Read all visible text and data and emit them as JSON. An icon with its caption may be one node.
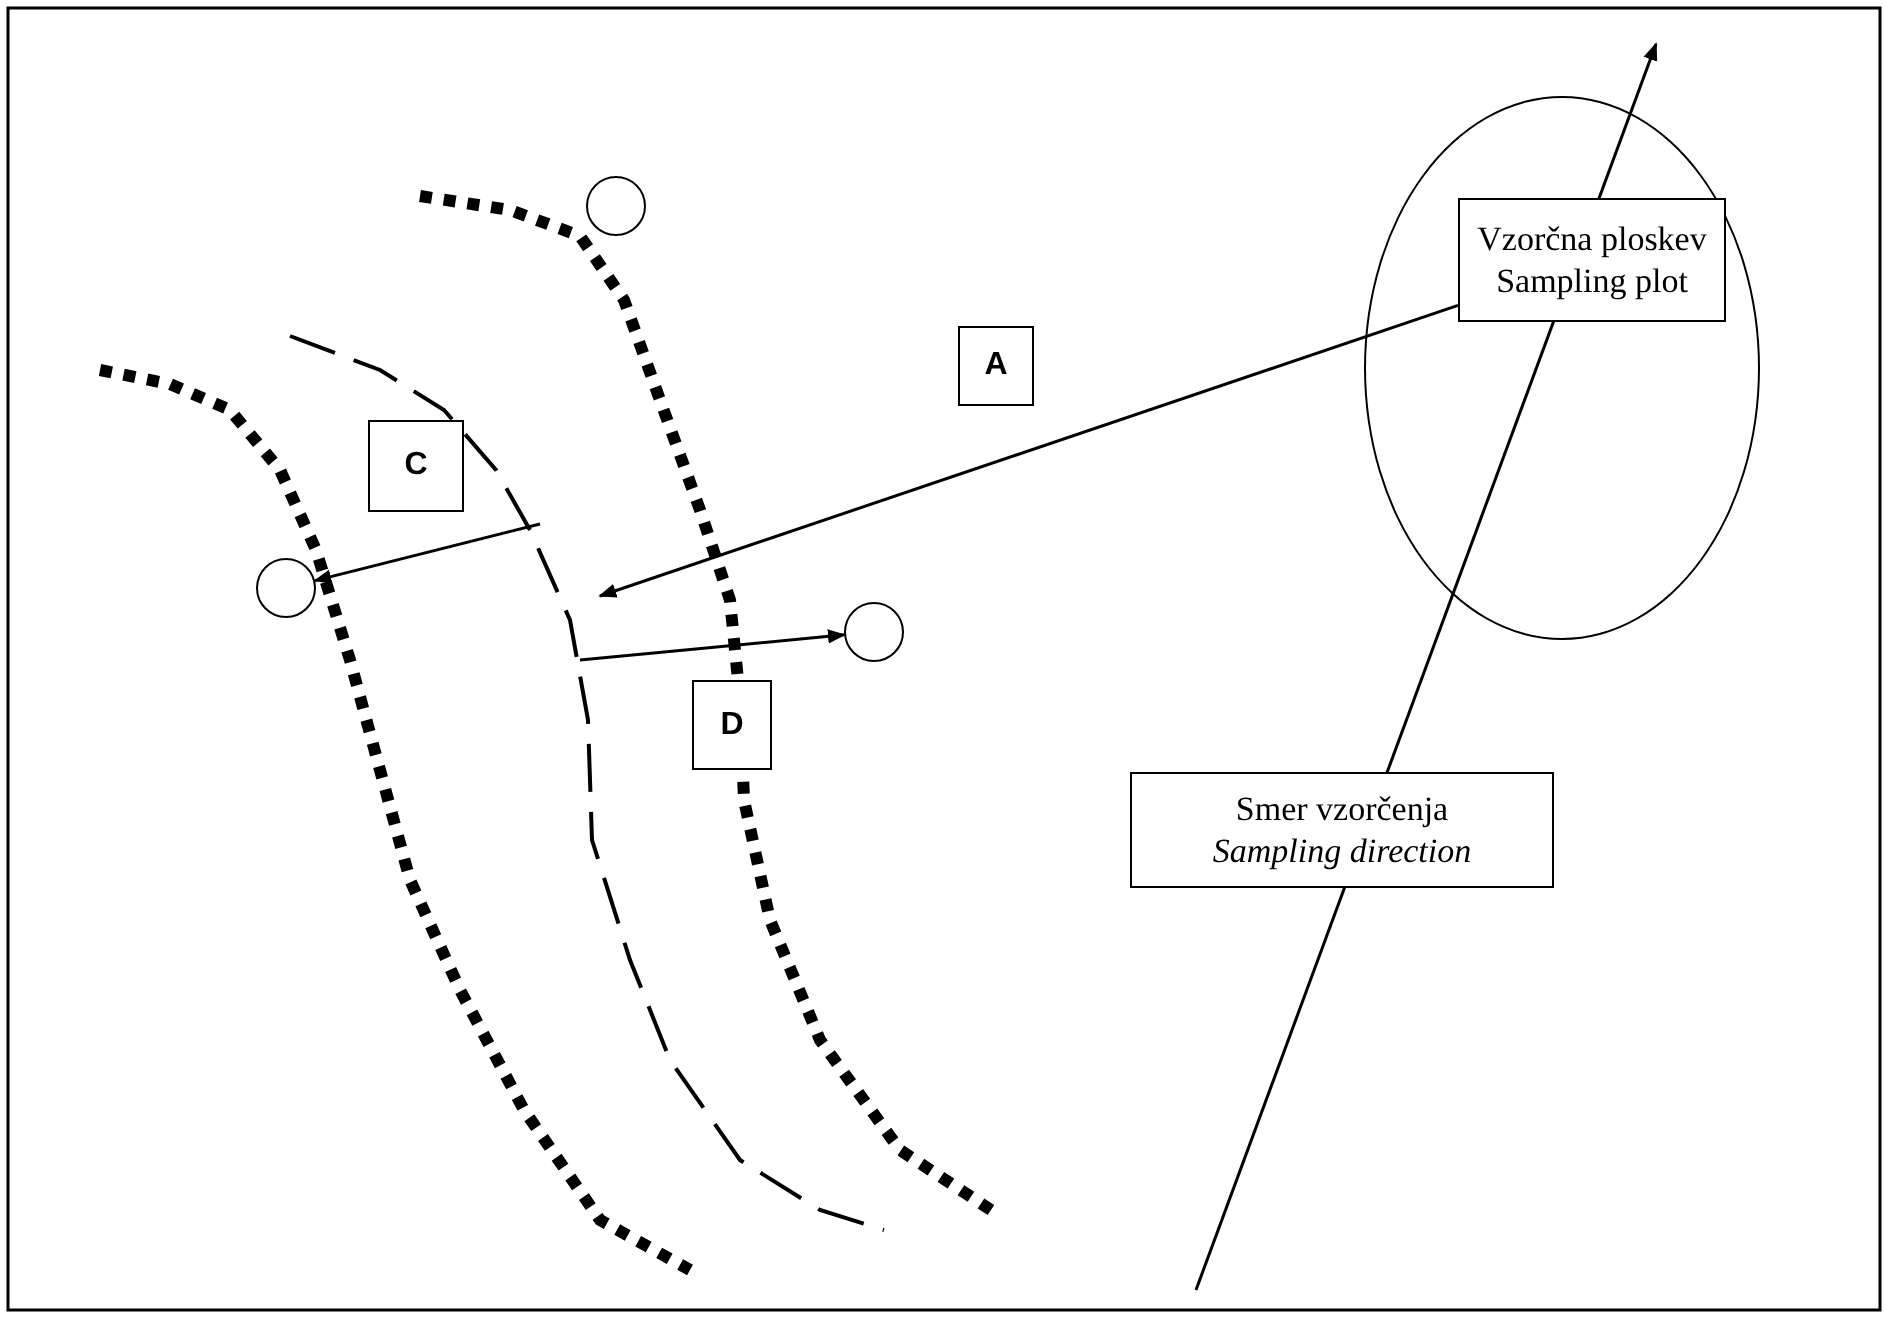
{
  "diagram": {
    "nodes": [
      {
        "text": [],
        "shape": "circle"
      },
      {
        "text": [],
        "shape": "circle"
      },
      {
        "text": [
          "Vzorčna ploskev",
          "Sampling plot"
        ],
        "in": 1
      },
      {
        "text": [
          "A"
        ]
      },
      {
        "text": [
          "C"
        ]
      },
      {
        "text": [],
        "shape": "circle"
      },
      {
        "text": [],
        "shape": "circle"
      },
      {
        "text": [
          "D"
        ]
      },
      {
        "text": [
          "Smer vzorčenja",
          "Sampling direction"
        ]
      }
    ],
    "edges": [
      {
        "from": 2,
        "to": null,
        "arrow": "to"
      },
      {
        "from": null,
        "to": 5,
        "arrow": "to"
      },
      {
        "from": null,
        "to": 6,
        "arrow": "to"
      }
    ]
  }
}
